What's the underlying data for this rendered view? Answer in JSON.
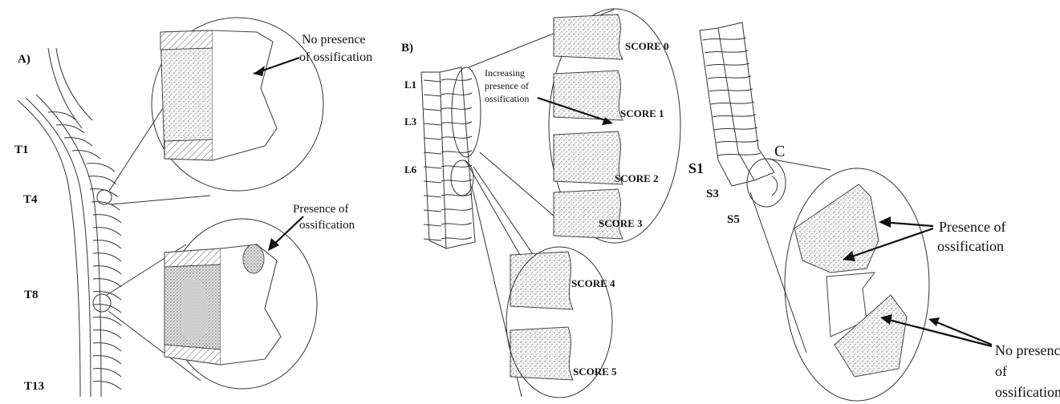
{
  "panelA": {
    "label": "A)",
    "vertebrae": [
      "T1",
      "T4",
      "T8",
      "T13"
    ],
    "noPresence": [
      "No    presence",
      "of ossification"
    ],
    "presence": [
      "Presence of",
      "ossification"
    ]
  },
  "panelB": {
    "label": "B)",
    "vertebrae": [
      "L1",
      "L3",
      "L6"
    ],
    "increasing": [
      "Increasing",
      "presence  of",
      "ossification"
    ],
    "scores": [
      "SCORE 0",
      "SCORE 1",
      "SCORE 2",
      "SCORE 3",
      "SCORE 4",
      "SCORE 5"
    ]
  },
  "panelC": {
    "label": "C",
    "vertebrae": [
      "S1",
      "S3",
      "S5"
    ],
    "presence": [
      "Presence of",
      "ossification"
    ],
    "noPresence": [
      "No presence",
      "of",
      "ossification"
    ]
  },
  "colors": {
    "ink": "#111111",
    "line": "#444444",
    "stipple": "#9a9a9a",
    "background": "#ffffff"
  }
}
